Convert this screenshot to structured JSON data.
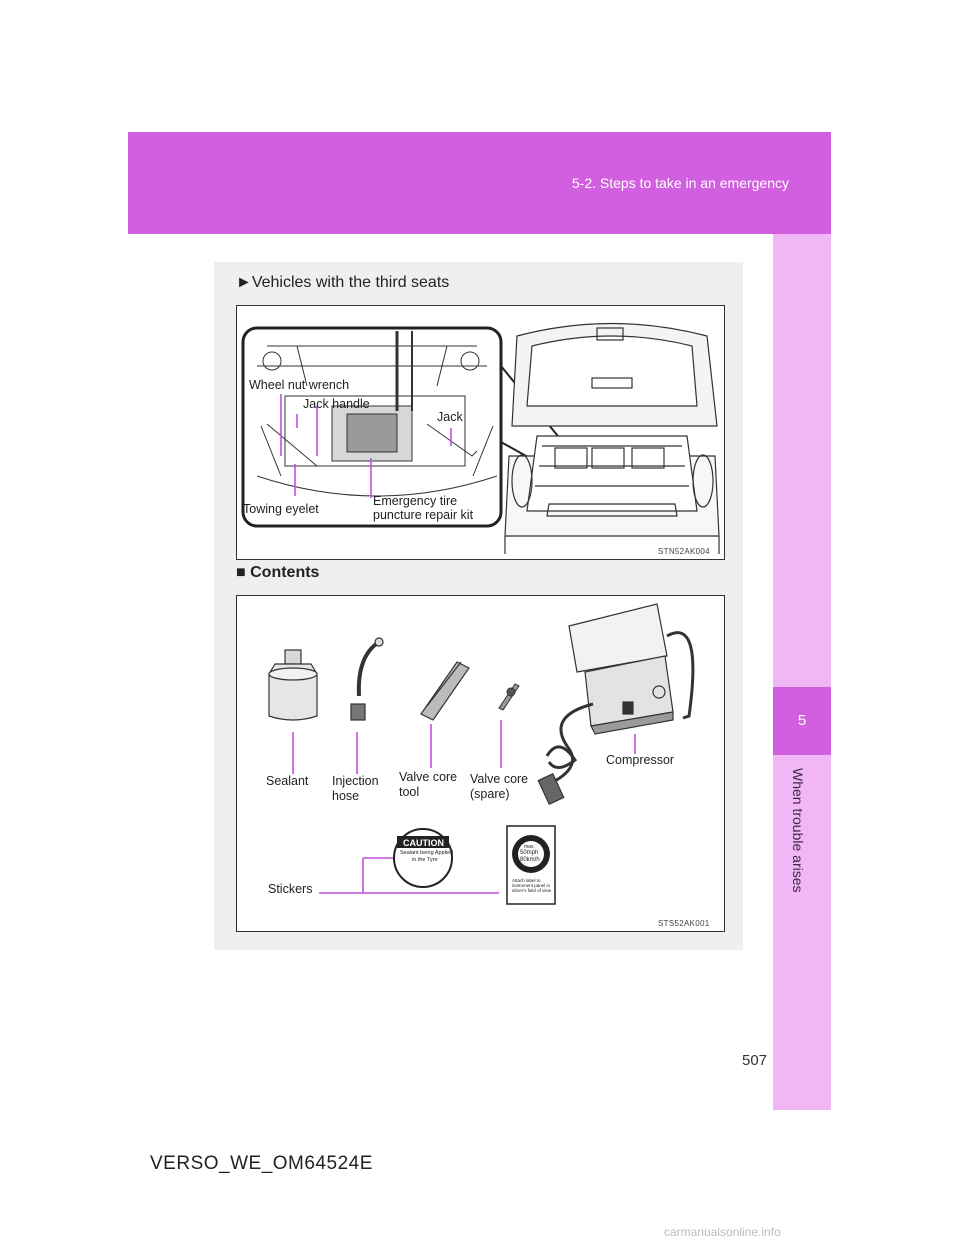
{
  "header": {
    "section": "5-2. Steps to take in an emergency",
    "chapter_number": "5",
    "chapter_title": "When trouble arises"
  },
  "section1": {
    "heading": "►Vehicles with the third seats",
    "figure_code": "STN52AK004",
    "labels": {
      "wheel_nut_wrench": "Wheel nut wrench",
      "jack_handle": "Jack handle",
      "jack": "Jack",
      "towing_eyelet": "Towing eyelet",
      "repair_kit_line1": "Emergency tire",
      "repair_kit_line2": "puncture repair kit"
    }
  },
  "section2": {
    "heading": "■ Contents",
    "figure_code": "STS52AK001",
    "labels": {
      "sealant": "Sealant",
      "injection_line1": "Injection",
      "injection_line2": "hose",
      "valve_tool_line1": "Valve core",
      "valve_tool_line2": "tool",
      "valve_spare_line1": "Valve core",
      "valve_spare_line2": "(spare)",
      "compressor": "Compressor",
      "stickers": "Stickers"
    },
    "sticker_caution": {
      "title": "CAUTION",
      "line1": "Sealant being Applied",
      "line2": "in the Tyre"
    },
    "sticker_speed": {
      "max": "max.",
      "mph": "50mph",
      "kmh": "80km/h",
      "note_line1": "Attach label to",
      "note_line2": "instrument panel in",
      "note_line3": "driver's field of view"
    }
  },
  "page_number": "507",
  "footer_id": "VERSO_WE_OM64524E",
  "watermark": "carmanualsonline.info",
  "colors": {
    "header_magenta": "#d25fe0",
    "side_tab_light": "#f0b6f6",
    "leader_line": "#c34fe0"
  }
}
